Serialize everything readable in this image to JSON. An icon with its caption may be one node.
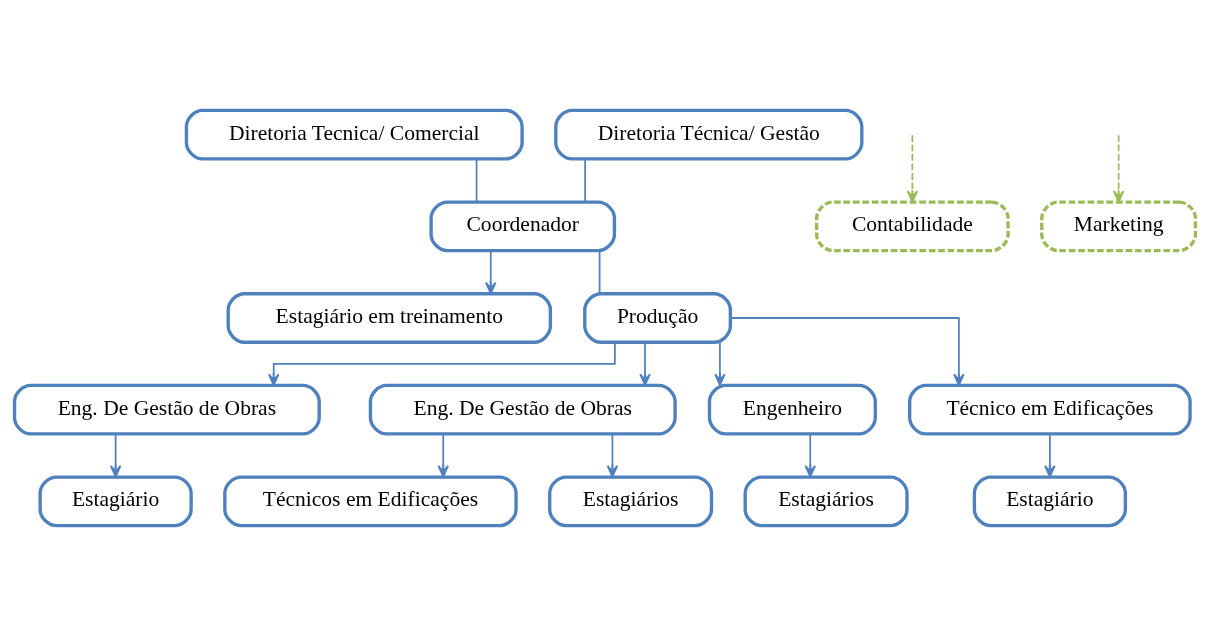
{
  "diagram": {
    "nodes": [
      {
        "text": [
          "Diretoria Tecnica/ Comercial"
        ]
      },
      {
        "text": [
          "Diretoria Técnica/ Gestão"
        ]
      },
      {
        "text": [
          "Contabilidade"
        ]
      },
      {
        "text": [
          "Marketing"
        ]
      },
      {
        "text": [
          "Coordenador"
        ]
      },
      {
        "text": [
          "Estagiário em treinamento"
        ]
      },
      {
        "text": [
          "Produção"
        ]
      },
      {
        "text": [
          "Eng. De Gestão de Obras"
        ]
      },
      {
        "text": [
          "Eng. De Gestão de Obras"
        ]
      },
      {
        "text": [
          "Engenheiro"
        ]
      },
      {
        "text": [
          "Técnico em Edificações"
        ]
      },
      {
        "text": [
          "Estagiário"
        ]
      },
      {
        "text": [
          "Técnicos em Edificações"
        ]
      },
      {
        "text": [
          "Estagiários"
        ]
      },
      {
        "text": [
          "Estagiários"
        ]
      },
      {
        "text": [
          "Estagiário"
        ]
      }
    ],
    "edges": [
      {
        "from": 0,
        "to": 4,
        "arrow": "none"
      },
      {
        "from": 1,
        "to": 4,
        "arrow": "none"
      },
      {
        "from": null,
        "to": 2,
        "arrow": "to",
        "style": "dashed",
        "color": "#9bbb59"
      },
      {
        "from": null,
        "to": 3,
        "arrow": "to",
        "style": "dashed",
        "color": "#9bbb59"
      },
      {
        "from": 4,
        "to": 5,
        "arrow": "to"
      },
      {
        "from": 4,
        "to": 6,
        "arrow": "none"
      },
      {
        "from": 6,
        "to": 7,
        "arrow": "to"
      },
      {
        "from": 6,
        "to": 8,
        "arrow": "to"
      },
      {
        "from": 6,
        "to": 9,
        "arrow": "to"
      },
      {
        "from": 6,
        "to": 10,
        "arrow": "to"
      },
      {
        "from": 7,
        "to": 11,
        "arrow": "to"
      },
      {
        "from": 8,
        "to": 12,
        "arrow": "to"
      },
      {
        "from": 8,
        "to": 13,
        "arrow": "to"
      },
      {
        "from": 9,
        "to": 14,
        "arrow": "to"
      },
      {
        "from": 10,
        "to": 15,
        "arrow": "to"
      }
    ]
  }
}
